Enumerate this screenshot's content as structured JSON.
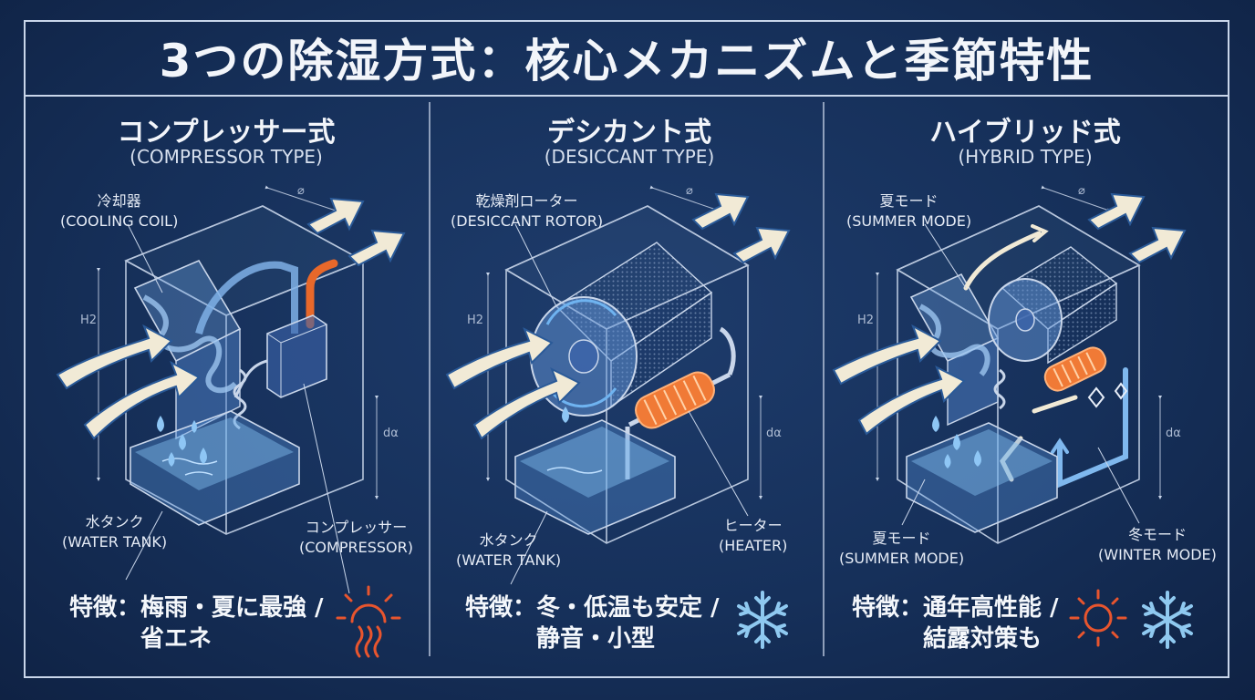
{
  "title": "3つの除湿方式：核心メカニズムと季節特性",
  "panels": [
    {
      "name": "コンプレッサー式",
      "name_en": "(COMPRESSOR TYPE)",
      "labels": [
        {
          "ja": "冷却器",
          "en": "(COOLING COIL)"
        },
        {
          "ja": "水タンク",
          "en": "(WATER TANK)"
        },
        {
          "ja": "コンプレッサー",
          "en": "(COMPRESSOR)"
        }
      ],
      "dims": {
        "w": "⌀",
        "h": "H2",
        "d": "dα"
      },
      "feature_line1": "特徴：梅雨・夏に最強 /",
      "feature_line2": "省エネ",
      "season_icons": [
        "sun-heat-icon"
      ]
    },
    {
      "name": "デシカント式",
      "name_en": "(DESICCANT TYPE)",
      "labels": [
        {
          "ja": "乾燥剤ローター",
          "en": "(DESICCANT ROTOR)"
        },
        {
          "ja": "水タンク",
          "en": "(WATER TANK)"
        },
        {
          "ja": "ヒーター",
          "en": "(HEATER)"
        }
      ],
      "dims": {
        "w": "⌀",
        "h": "H2",
        "d": "dα"
      },
      "feature_line1": "特徴：冬・低温も安定 /",
      "feature_line2": "静音・小型",
      "season_icons": [
        "snowflake-icon"
      ]
    },
    {
      "name": "ハイブリッド式",
      "name_en": "(HYBRID TYPE)",
      "labels": [
        {
          "ja": "夏モード",
          "en": "(SUMMER MODE)"
        },
        {
          "ja": "夏モード",
          "en": "(SUMMER MODE)"
        },
        {
          "ja": "冬モード",
          "en": "(WINTER MODE)"
        }
      ],
      "dims": {
        "w": "⌀",
        "h": "H2",
        "d": "dα"
      },
      "feature_line1": "特徴：通年高性能 /",
      "feature_line2": "結露対策も",
      "season_icons": [
        "sun-icon",
        "snowflake-icon"
      ]
    }
  ],
  "colors": {
    "background": "#16305a",
    "line": "#c9d6ea",
    "air_arrow": "#f1ead6",
    "water": "#6fa8e0",
    "heater": "#e8682a",
    "sun": "#e8552e",
    "snow": "#8fc9f0"
  }
}
